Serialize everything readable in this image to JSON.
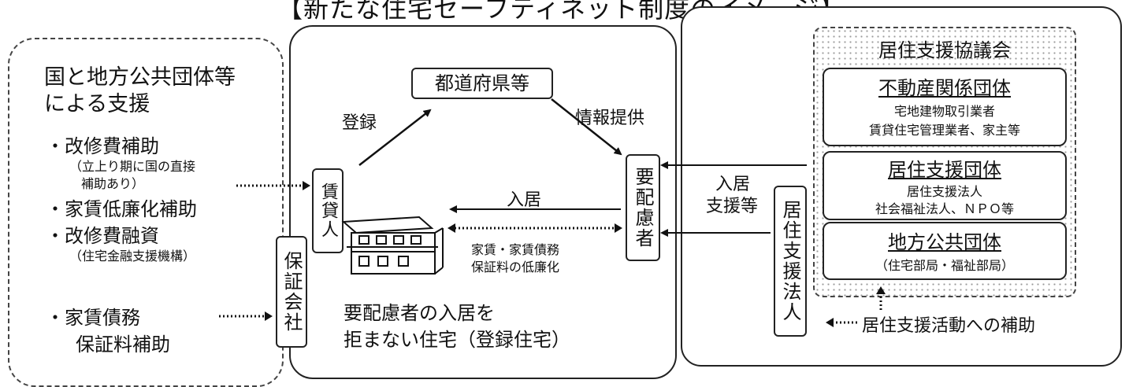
{
  "title": "【新たな住宅セーフティネット制度のイメージ】",
  "left_panel": {
    "heading1": "国と地方公共団体等",
    "heading2": "による支援",
    "items": [
      {
        "label": "・改修費補助",
        "note1": "（立上り期に国の直接",
        "note2": "補助あり）"
      },
      {
        "label": "・家賃低廉化補助"
      },
      {
        "label": "・改修費融資",
        "note1": "（住宅金融支援機構）"
      }
    ],
    "last_item1": "・家賃債務",
    "last_item2": "保証料補助"
  },
  "middle_panel": {
    "prefecture": "都道府県等",
    "register": "登録",
    "info": "情報提供",
    "landlord": "賃貸人",
    "guarantor": "保証会社",
    "move_in": "入居",
    "rent_note1": "家賃・家賃債務",
    "rent_note2": "保証料の低廉化",
    "tenant": "要配慮者",
    "bottom1": "要配慮者の入居を",
    "bottom2": "拒まない住宅（登録住宅）"
  },
  "right_panel": {
    "council": "居住支援協議会",
    "groups": [
      {
        "name": "不動産関係団体",
        "line1": "宅地建物取引業者",
        "line2": "賃貸住宅管理業者、家主等"
      },
      {
        "name": "居住支援団体",
        "line1": "居住支援法人",
        "line2": "社会福祉法人、ＮＰＯ等"
      },
      {
        "name": "地方公共団体",
        "line1": "（住宅部局・福祉部局）"
      }
    ],
    "support1": "入居",
    "support2": "支援等",
    "corp": "居住支援法人",
    "subsidy": "居住支援活動への補助"
  }
}
